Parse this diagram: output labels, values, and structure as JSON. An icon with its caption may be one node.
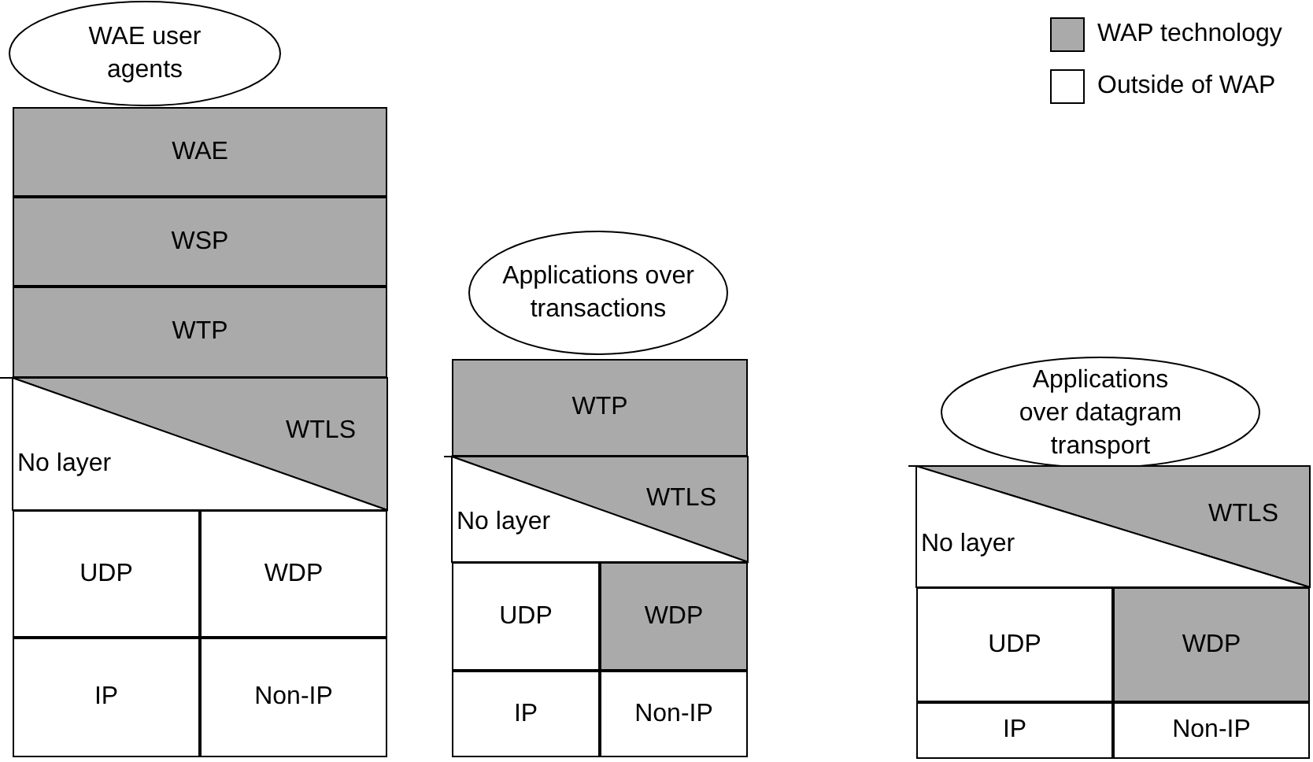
{
  "diagram": {
    "nodes": [
      {
        "text": [
          "WAE user agents"
        ]
      },
      {
        "text": [
          "WAE"
        ]
      },
      {
        "text": [
          "WSP"
        ]
      },
      {
        "text": [
          "WTP"
        ]
      },
      {
        "text": [
          "WTLS"
        ]
      },
      {
        "text": [
          "No layer"
        ]
      },
      {
        "text": [
          "UDP"
        ]
      },
      {
        "text": [
          "WDP"
        ]
      },
      {
        "text": [
          "IP"
        ]
      },
      {
        "text": [
          "Non-IP"
        ]
      },
      {
        "text": [
          "Applications over transactions"
        ]
      },
      {
        "text": [
          "WTP"
        ]
      },
      {
        "text": [
          "WTLS"
        ]
      },
      {
        "text": [
          "No layer"
        ]
      },
      {
        "text": [
          "UDP"
        ]
      },
      {
        "text": [
          "WDP"
        ]
      },
      {
        "text": [
          "IP"
        ]
      },
      {
        "text": [
          "Non-IP"
        ]
      },
      {
        "text": [
          "Applications over datagram transport"
        ]
      },
      {
        "text": [
          "WTLS"
        ]
      },
      {
        "text": [
          "No layer"
        ]
      },
      {
        "text": [
          "UDP"
        ]
      },
      {
        "text": [
          "WDP"
        ]
      },
      {
        "text": [
          "IP"
        ]
      },
      {
        "text": [
          "Non-IP"
        ]
      }
    ],
    "legend": [
      {
        "text": "WAP technology",
        "color": "#aaaaaa"
      },
      {
        "text": "Outside of WAP",
        "color": "#ffffff"
      }
    ]
  }
}
